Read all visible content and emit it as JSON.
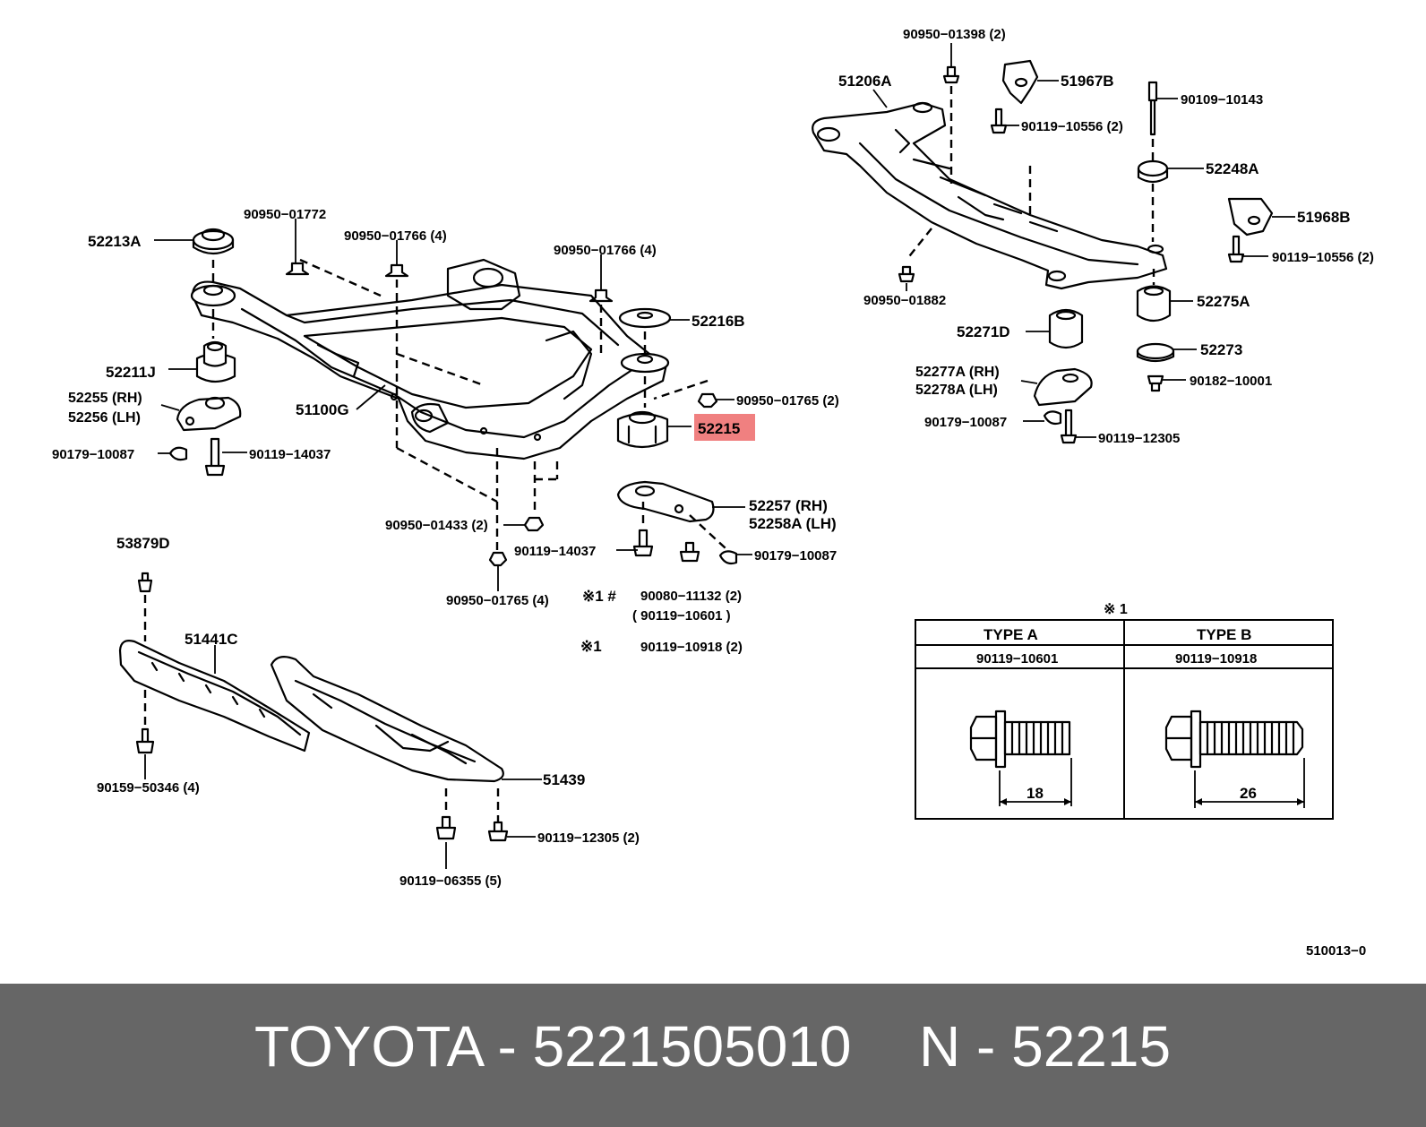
{
  "labels": [
    {
      "id": "l-52213A",
      "text": "52213A"
    },
    {
      "id": "l-90950-01772",
      "text": "90950−01772"
    },
    {
      "id": "l-90950-01766a",
      "text": "90950−01766 (4)"
    },
    {
      "id": "l-90950-01766b",
      "text": "90950−01766 (4)"
    },
    {
      "id": "l-52216B",
      "text": "52216B"
    },
    {
      "id": "l-52211J",
      "text": "52211J"
    },
    {
      "id": "l-52255",
      "text": "52255 (RH)"
    },
    {
      "id": "l-52256",
      "text": "52256 (LH)"
    },
    {
      "id": "l-51100G",
      "text": "51100G"
    },
    {
      "id": "l-90179-10087a",
      "text": "90179−10087"
    },
    {
      "id": "l-90119-14037a",
      "text": "90119−14037"
    },
    {
      "id": "l-90950-01765a",
      "text": "90950−01765 (2)"
    },
    {
      "id": "l-52215",
      "text": "52215"
    },
    {
      "id": "l-52257",
      "text": "52257   (RH)"
    },
    {
      "id": "l-52258A",
      "text": "52258A (LH)"
    },
    {
      "id": "l-90950-01433",
      "text": "90950−01433 (2)"
    },
    {
      "id": "l-90119-14037b",
      "text": "90119−14037"
    },
    {
      "id": "l-90179-10087b",
      "text": "90179−10087"
    },
    {
      "id": "l-90950-01765b",
      "text": "90950−01765 (4)"
    },
    {
      "id": "l-ref1a",
      "text": "※1  #"
    },
    {
      "id": "l-90080-11132",
      "text": "90080−11132 (2)"
    },
    {
      "id": "l-90119-10601p",
      "text": "( 90119−10601 )"
    },
    {
      "id": "l-ref1b",
      "text": "※1"
    },
    {
      "id": "l-90119-10918",
      "text": "90119−10918 (2)"
    },
    {
      "id": "l-53879D",
      "text": "53879D"
    },
    {
      "id": "l-51441C",
      "text": "51441C"
    },
    {
      "id": "l-90159-50346",
      "text": "90159−50346 (4)"
    },
    {
      "id": "l-51439",
      "text": "51439"
    },
    {
      "id": "l-90119-12305a",
      "text": "90119−12305 (2)"
    },
    {
      "id": "l-90119-06355",
      "text": "90119−06355 (5)"
    },
    {
      "id": "l-90950-01398",
      "text": "90950−01398 (2)"
    },
    {
      "id": "l-51206A",
      "text": "51206A"
    },
    {
      "id": "l-51967B",
      "text": "51967B"
    },
    {
      "id": "l-90109-10143",
      "text": "90109−10143"
    },
    {
      "id": "l-90119-10556a",
      "text": "90119−10556 (2)"
    },
    {
      "id": "l-52248A",
      "text": "52248A"
    },
    {
      "id": "l-51968B",
      "text": "51968B"
    },
    {
      "id": "l-90119-10556b",
      "text": "90119−10556 (2)"
    },
    {
      "id": "l-90950-01882",
      "text": "90950−01882"
    },
    {
      "id": "l-52275A",
      "text": "52275A"
    },
    {
      "id": "l-52271D",
      "text": "52271D"
    },
    {
      "id": "l-52273",
      "text": "52273"
    },
    {
      "id": "l-52277A",
      "text": "52277A (RH)"
    },
    {
      "id": "l-52278A",
      "text": "52278A (LH)"
    },
    {
      "id": "l-90182-10001",
      "text": "90182−10001"
    },
    {
      "id": "l-90179-10087c",
      "text": "90179−10087"
    },
    {
      "id": "l-90119-12305b",
      "text": "90119−12305"
    },
    {
      "id": "l-510013",
      "text": "510013−0"
    }
  ],
  "table": {
    "title": "※ 1",
    "col_a_head": "TYPE A",
    "col_b_head": "TYPE B",
    "col_a_part": "90119−10601",
    "col_b_part": "90119−10918",
    "col_a_dim": "18",
    "col_b_dim": "26"
  },
  "highlight_color": "#f08080",
  "footer": {
    "brand_part": "TOYOTA - 5221505010",
    "ref": "N - 52215"
  }
}
